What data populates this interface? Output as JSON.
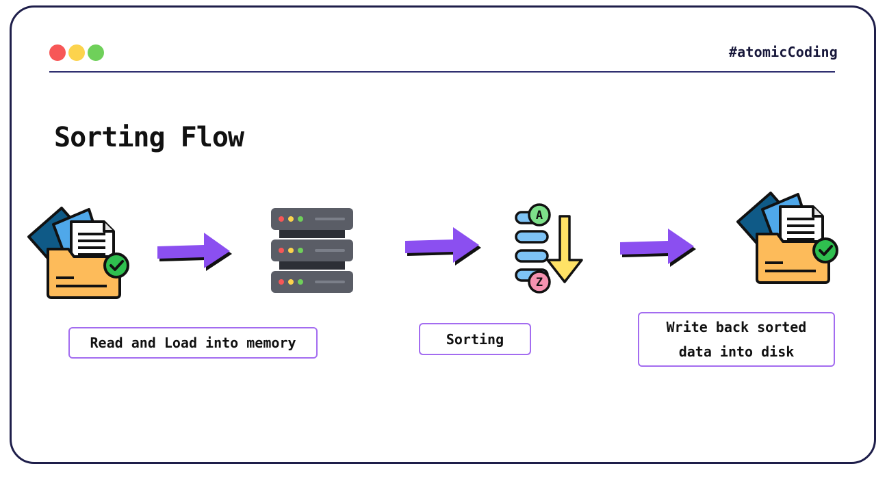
{
  "window": {
    "dots": [
      "red",
      "yellow",
      "green"
    ],
    "hashtag": "#atomicCoding"
  },
  "title": "Sorting Flow",
  "steps": [
    {
      "icon": "folder-documents-check-icon",
      "label": ""
    },
    {
      "icon": "server-rack-icon",
      "label": "Read and Load into memory"
    },
    {
      "icon": "sort-a-to-z-icon",
      "label": "Sorting"
    },
    {
      "icon": "folder-documents-check-icon",
      "label": "Write back sorted\ndata into disk"
    }
  ],
  "colors": {
    "frame_border": "#1e1e4a",
    "arrow": "#8b4ff0",
    "label_border": "#a36cf0",
    "folder": "#fdbb5a",
    "doc_dark": "#0f5a87",
    "doc_light": "#4fa8ea",
    "check": "#2fbf4f",
    "server": "#5a5d66",
    "sort_bars": "#7ec3f5",
    "sort_arrow": "#ffe266",
    "badge_a": "#7de08a",
    "badge_z": "#f692b1"
  }
}
